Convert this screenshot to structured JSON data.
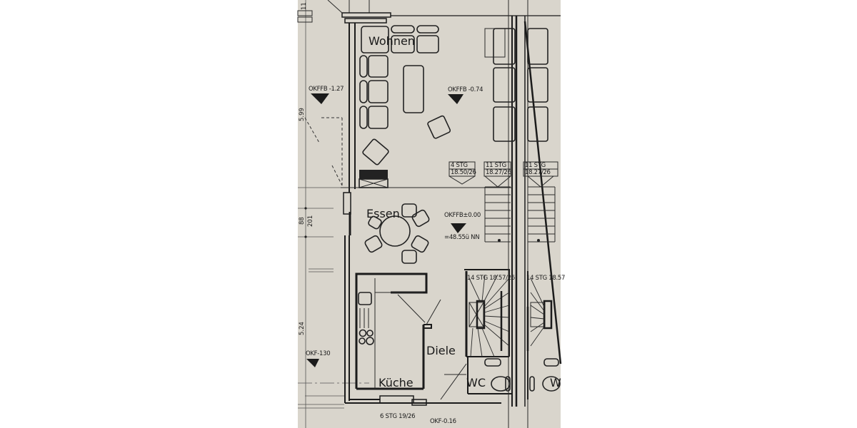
{
  "plan": {
    "type": "floor plan (Erdgeschoss, Reihenhaus)",
    "paper_color": "#d9d5cc",
    "line_color": "#1b1b1b",
    "rooms": [
      {
        "id": "wohnen",
        "label": "Wohnen"
      },
      {
        "id": "essen",
        "label": "Essen"
      },
      {
        "id": "kueche",
        "label": "Küche"
      },
      {
        "id": "diele",
        "label": "Diele"
      },
      {
        "id": "wc",
        "label": "WC"
      },
      {
        "id": "wc-neighbor",
        "label": "W"
      }
    ],
    "levels": {
      "okffb_left": "OKFFB -1.27",
      "okffb_wohnen": "OKFFB -0.74",
      "okffb_essen": "OKFFB±0.00",
      "nn": "=48.55ü NN",
      "okf_left": "OKF-130",
      "okf_bottom": "OKF-0.16"
    },
    "stairs": {
      "s1_steps": "4 STG",
      "s1_rise": "18.50/26",
      "s2_steps": "11 STG",
      "s2_rise": "18.27/26",
      "s3_steps": "11 STG",
      "s3_rise": "18.27/26",
      "s4": "14 STG 18.57/26",
      "s5": "14 STG 18.57",
      "s6": "6 STG 19/26"
    },
    "dimensions": {
      "d1": "5.99",
      "d2": "88",
      "d3": "201",
      "d4": "5.24",
      "d_top": "11"
    }
  }
}
